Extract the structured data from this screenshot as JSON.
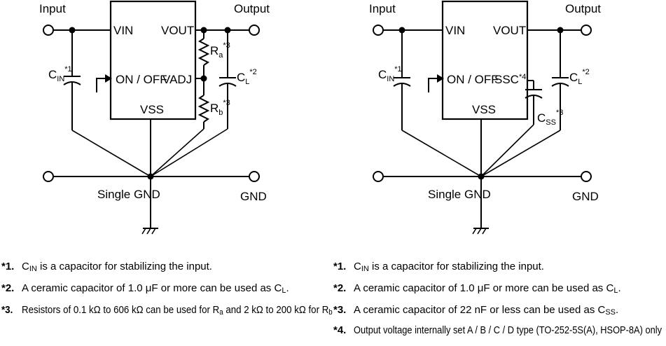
{
  "left": {
    "input_label": "Input",
    "output_label": "Output",
    "pins": {
      "vin": "VIN",
      "vout": "VOUT",
      "onoff": "ON / OFF",
      "vadj": "VADJ",
      "vss": "VSS"
    },
    "cin": {
      "main": "C",
      "sub": "IN",
      "ref": "*1"
    },
    "cl": {
      "main": "C",
      "sub": "L",
      "ref": "*2"
    },
    "ra": {
      "main": "R",
      "sub": "a",
      "ref": "*3"
    },
    "rb": {
      "main": "R",
      "sub": "b",
      "ref": "*3"
    },
    "single_gnd": "Single GND",
    "gnd": "GND",
    "notes": [
      {
        "num": "*1.",
        "text": "C",
        "sub": "IN",
        "rest": " is a capacitor for stabilizing the input."
      },
      {
        "num": "*2.",
        "text": "A ceramic capacitor of 1.0 μF or more can be used as C",
        "sub": "L",
        "rest": "."
      },
      {
        "num": "*3.",
        "text": "Resistors of 0.1 kΩ to 606 kΩ can be used for R",
        "sub": "a",
        "rest": " and 2 kΩ to 200 kΩ for R",
        "sub2": "b"
      }
    ]
  },
  "right": {
    "input_label": "Input",
    "output_label": "Output",
    "pins": {
      "vin": "VIN",
      "vout": "VOUT",
      "onoff": "ON / OFF",
      "ssc": "SSC",
      "ssc_ref": "*4",
      "vss": "VSS"
    },
    "cin": {
      "main": "C",
      "sub": "IN",
      "ref": "*1"
    },
    "cl": {
      "main": "C",
      "sub": "L",
      "ref": "*2"
    },
    "css": {
      "main": "C",
      "sub": "SS",
      "ref": "*3"
    },
    "single_gnd": "Single GND",
    "gnd": "GND",
    "notes": [
      {
        "num": "*1.",
        "text": "C",
        "sub": "IN",
        "rest": " is a capacitor for stabilizing the input."
      },
      {
        "num": "*2.",
        "text": "A ceramic capacitor of 1.0 μF or more can be used as C",
        "sub": "L",
        "rest": "."
      },
      {
        "num": "*3.",
        "text": "A ceramic capacitor of 22 nF or less can be used as C",
        "sub": "SS",
        "rest": "."
      },
      {
        "num": "*4.",
        "text": "Output voltage internally set A / B / C / D type (TO-252-5S(A), HSOP-8A) only",
        "sub": "",
        "rest": ""
      }
    ]
  }
}
